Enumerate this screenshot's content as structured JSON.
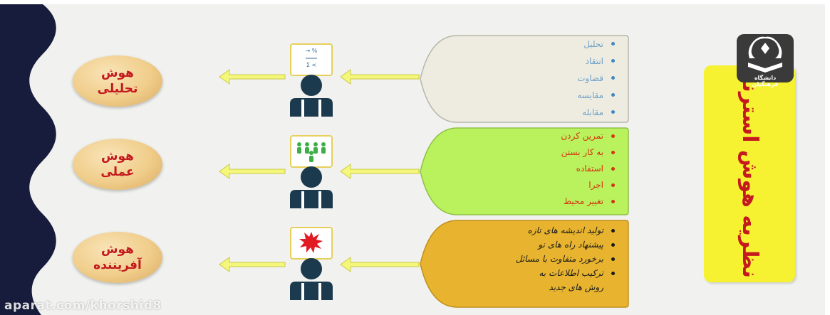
{
  "title": "نظریه هوش استرنبرگ",
  "logo": {
    "caption": "دانشگاه فرهنگیان"
  },
  "rows": [
    {
      "label": "هوش\nتحلیلی",
      "icon": "math-symbols-speech-bubble-icon",
      "bubble_text": "÷ %\n—\nΣ <",
      "items": [
        "تحلیل",
        "انتقاد",
        "قضاوت",
        "مقایسه",
        "مقابله"
      ]
    },
    {
      "label": "هوش\nعملی",
      "icon": "people-group-speech-bubble-icon",
      "items": [
        "تمرین کردن",
        "به کار بستن",
        "استفاده",
        "اجرا",
        "تغییر محیط"
      ]
    },
    {
      "label": "هوش\nآفریننده",
      "icon": "starburst-speech-bubble-icon",
      "items": [
        "تولید اندیشه های تازه",
        "پیشنهاد راه های نو",
        "برخورد متفاوت با مسائل",
        "ترکیب اطلاعات به"
      ],
      "continuation": "روش های جدید"
    }
  ],
  "watermark": "aparat.com/khorshid8",
  "colors": {
    "background": "#f1f2ef",
    "wave": "#171c3c",
    "pill": "#f0cd8a",
    "pill_text": "#c4191e",
    "arrow": "#f5f77a",
    "person": "#1c3a4e",
    "shape1": "#eeece0",
    "shape2": "#b9f25d",
    "shape3": "#e8b42f",
    "title_box": "#f7f231",
    "title_text": "#c4191e"
  }
}
